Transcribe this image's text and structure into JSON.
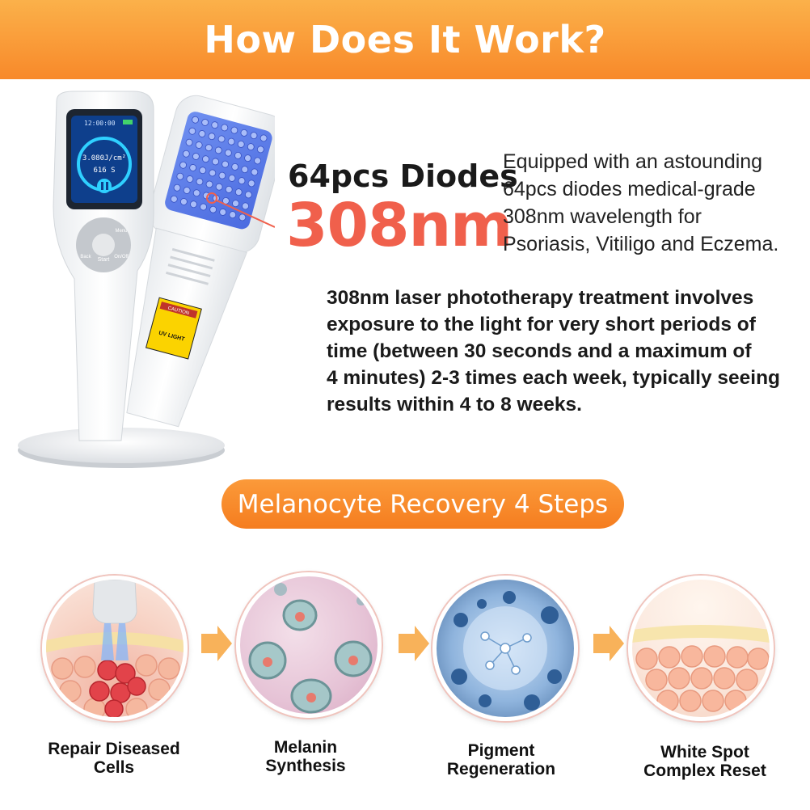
{
  "header": {
    "title": "How Does It Work?"
  },
  "device": {
    "screen_time": "12:00:00",
    "screen_dose": "3.080J/cm²",
    "screen_seconds": "616 S",
    "btn_start": "Start",
    "btn_back": "Back",
    "btn_menu": "Menu",
    "btn_onoff": "On/Off",
    "caution": "CAUTION",
    "uv_label": "UV LIGHT"
  },
  "feature": {
    "diodes": "64pcs Diodes",
    "wavelength": "308nm",
    "description_lines": [
      "Equipped with an astounding",
      "64pcs diodes medical-grade",
      "308nm wavelength for",
      "Psoriasis, Vitiligo and Eczema."
    ]
  },
  "treatment": {
    "lines": [
      "308nm laser phototherapy treatment involves",
      "exposure to the light for very short periods of",
      "time (between 30 seconds and a maximum of",
      "4 minutes) 2-3 times each week, typically seeing",
      "results within 4 to 8 weeks."
    ]
  },
  "steps_section": {
    "title": "Melanocyte Recovery 4 Steps",
    "steps": [
      {
        "line1": "Repair Diseased",
        "line2": "Cells"
      },
      {
        "line1": "Melanin",
        "line2": "Synthesis"
      },
      {
        "line1": "Pigment",
        "line2": "Regeneration"
      },
      {
        "line1": "White Spot",
        "line2": "Complex Reset"
      }
    ]
  },
  "colors": {
    "banner": "#f8892a",
    "accent_red": "#f0604c",
    "arrow": "#f8b25a"
  }
}
